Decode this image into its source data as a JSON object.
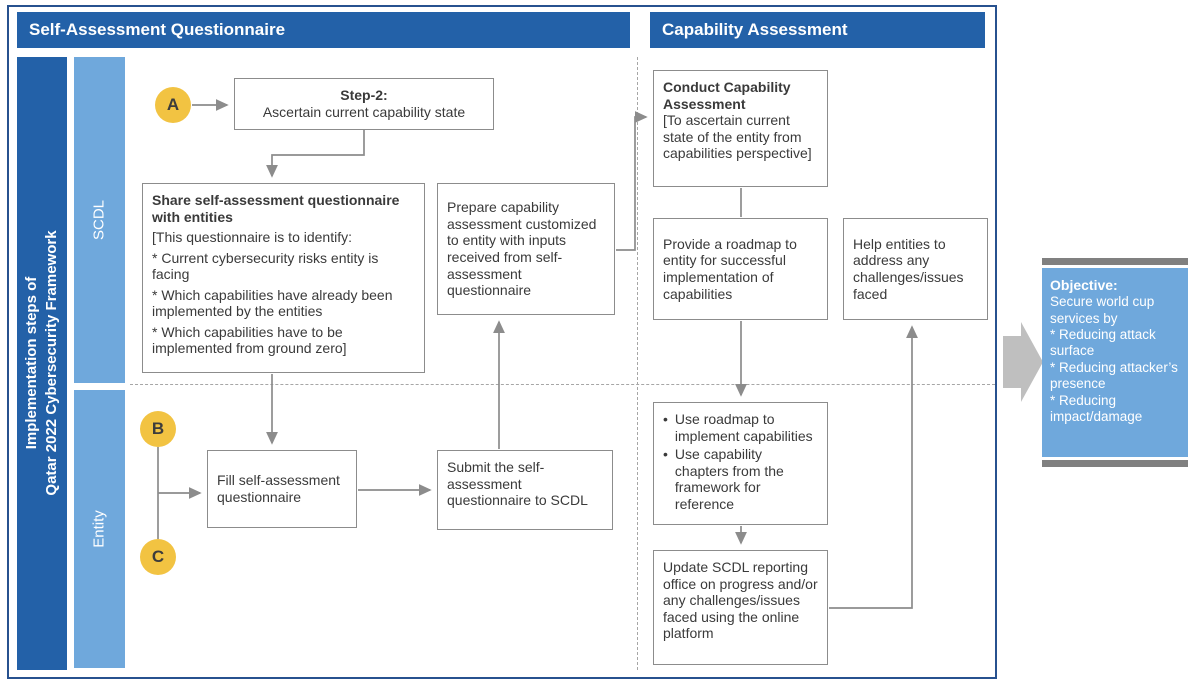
{
  "headers": {
    "left": "Self-Assessment Questionnaire",
    "right": "Capability Assessment"
  },
  "side": {
    "title_line1": "Implementation steps of",
    "title_line2": "Qatar 2022 Cybersecurity Framework",
    "lane_top": "SCDL",
    "lane_bottom": "Entity"
  },
  "markers": {
    "a": "A",
    "b": "B",
    "c": "C"
  },
  "boxes": {
    "step2": {
      "title": "Step-2:",
      "body": "Ascertain current capability state"
    },
    "share": {
      "title": "Share self-assessment questionnaire with entities",
      "lines": [
        "[This questionnaire is to identify:",
        "* Current cybersecurity risks entity is facing",
        "* Which capabilities have already been implemented by the entities",
        "* Which capabilities have to be implemented from ground zero]"
      ]
    },
    "prepare": {
      "body": "Prepare capability assessment customized to entity with inputs received from self-assessment questionnaire"
    },
    "conduct": {
      "title": "Conduct Capability Assessment",
      "body": "[To ascertain current state of the entity from capabilities perspective]"
    },
    "provide": {
      "body": "Provide a roadmap to entity for successful implementation of capabilities"
    },
    "help": {
      "body": "Help entities to address any challenges/issues faced"
    },
    "fill": {
      "body": "Fill self-assessment questionnaire"
    },
    "submit": {
      "body": "Submit the self-assessment questionnaire to SCDL"
    },
    "use_roadmap": {
      "bullet": "•",
      "items": [
        "Use roadmap to implement capabilities",
        "Use capability chapters from the framework for reference"
      ]
    },
    "update": {
      "body": "Update SCDL reporting office on progress and/or any challenges/issues faced using the online platform"
    }
  },
  "objective": {
    "title": "Objective:",
    "lines": [
      "Secure world cup services by",
      "* Reducing attack surface",
      "* Reducing attacker’s presence",
      "* Reducing impact/damage"
    ]
  },
  "colors": {
    "header_blue": "#2361a8",
    "lane_blue": "#6fa8dc",
    "frame_blue": "#27518f",
    "circle_yellow": "#f2c342",
    "objective_blue": "#6fa8dc",
    "gray_bar": "#808080",
    "block_arrow_gray": "#bfbfbf",
    "connector_gray": "#8c8c8c"
  }
}
